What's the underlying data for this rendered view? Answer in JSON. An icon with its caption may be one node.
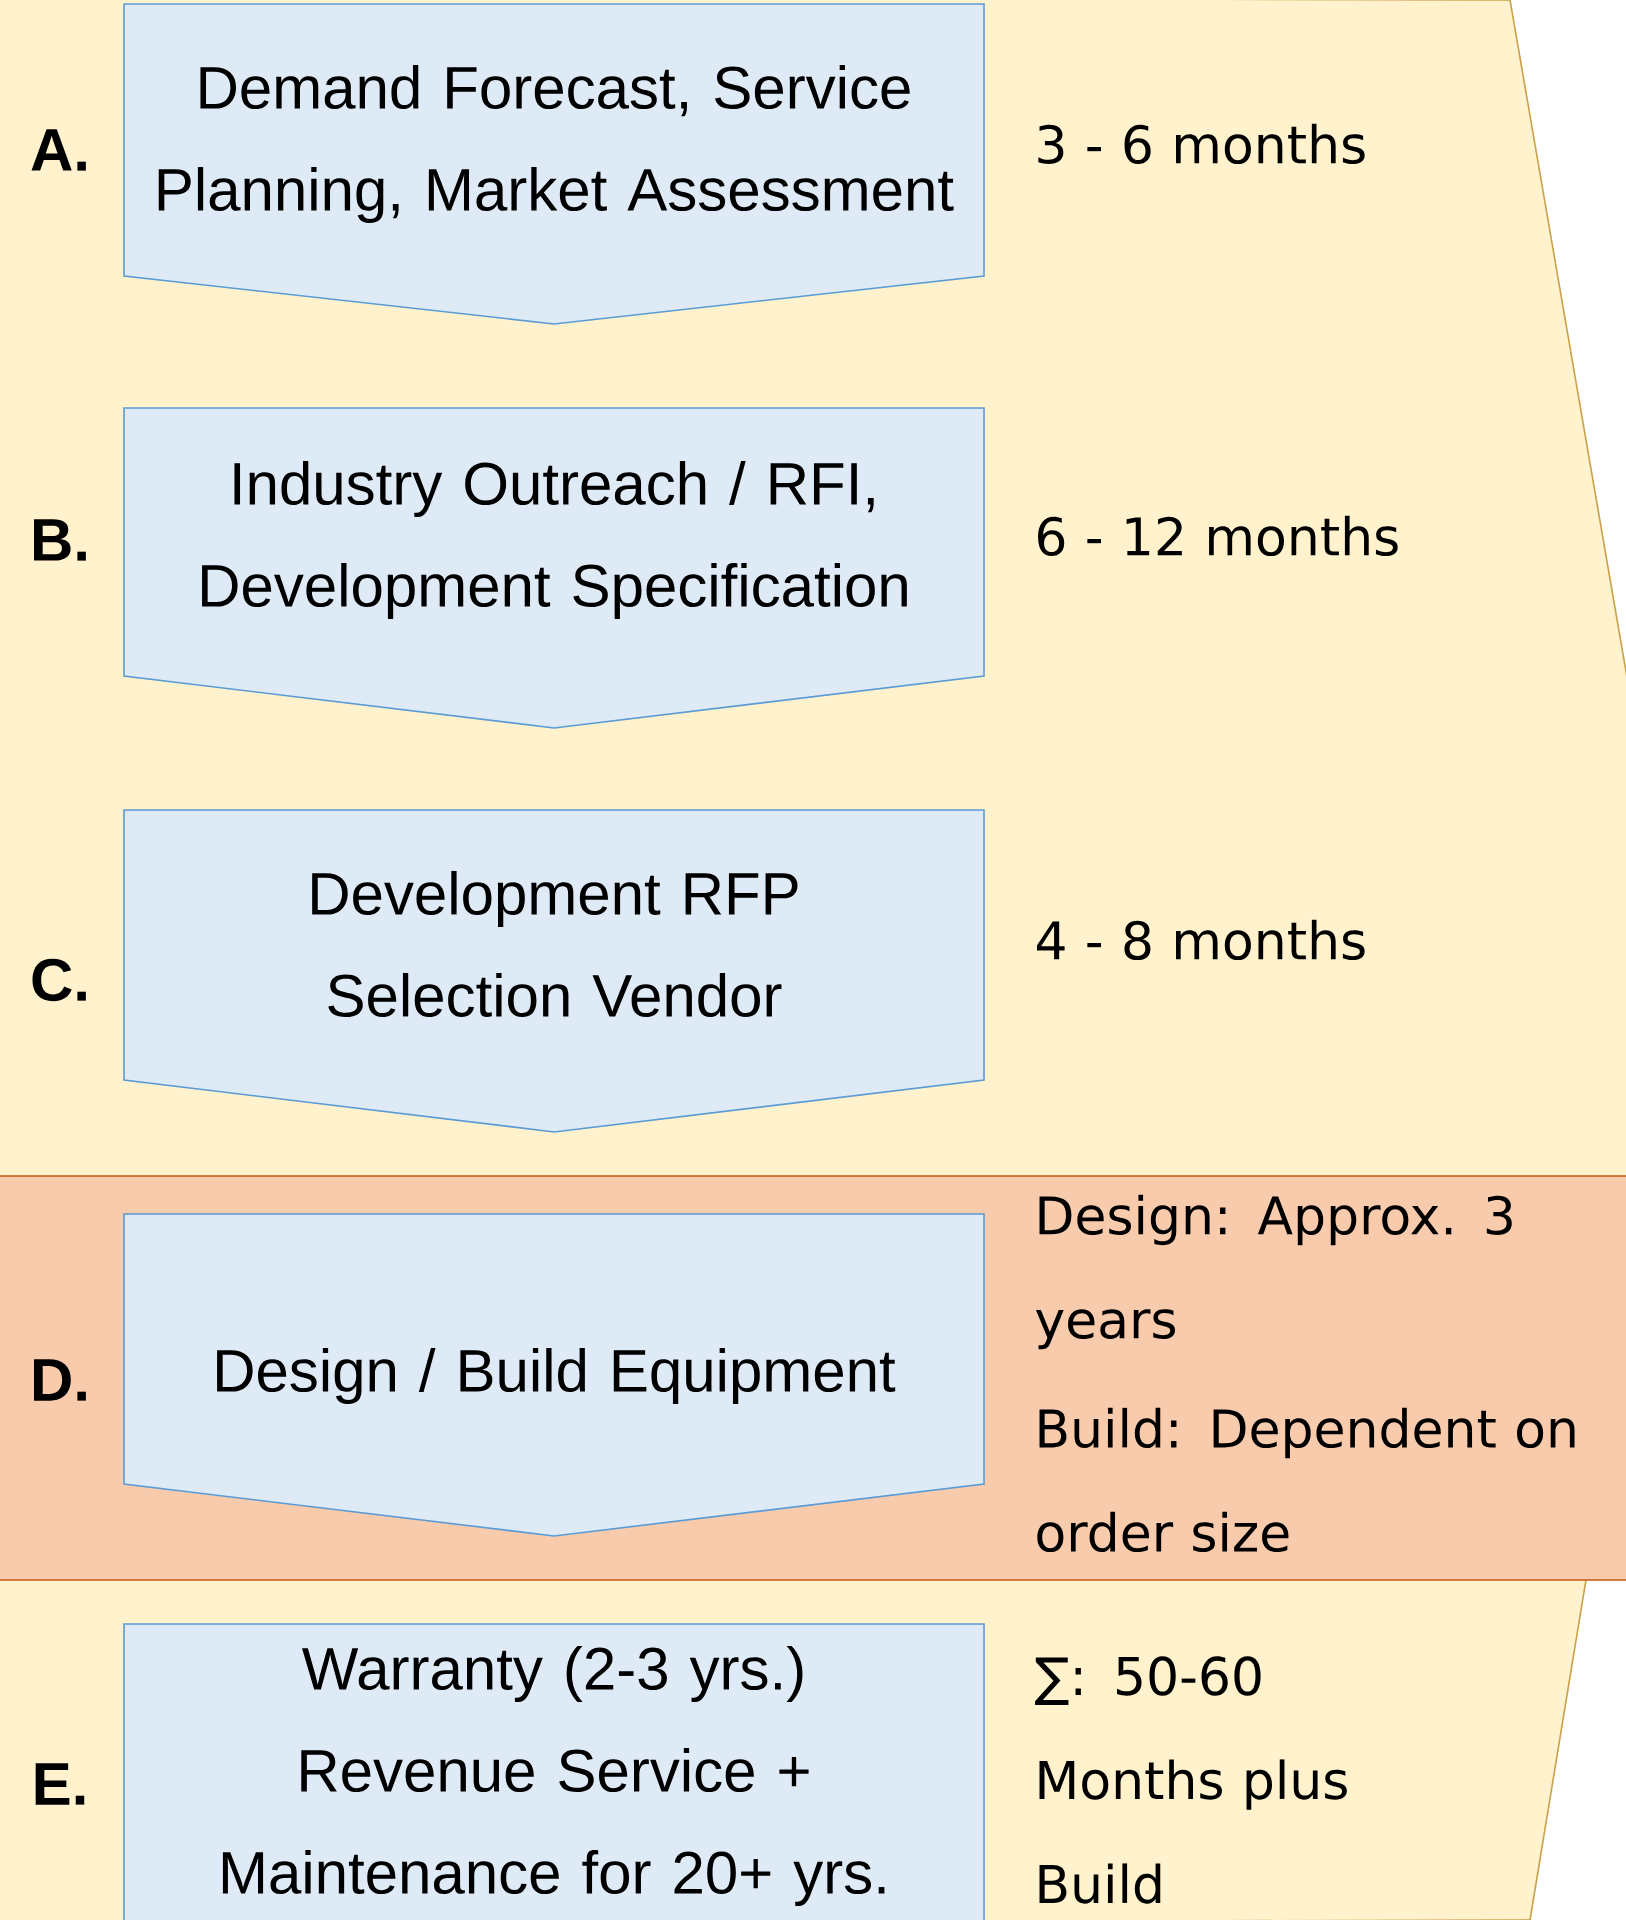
{
  "diagram": {
    "nodes": [
      {
        "text": [
          "Demand Forecast, Service Planning, Market Assessment"
        ],
        "beside": [
          "A.",
          "3 - 6 months"
        ]
      },
      {
        "text": [
          "Industry Outreach / RFI, Development Specification"
        ],
        "beside": [
          "B.",
          "6 - 12 months"
        ]
      },
      {
        "text": [
          "Development RFP Selection Vendor"
        ],
        "beside": [
          "C.",
          "4 - 8 months"
        ]
      },
      {
        "text": [
          "Design / Build Equipment"
        ],
        "beside": [
          "D.",
          "Design: Approx. 3 years",
          "Build: Dependent on order size"
        ]
      },
      {
        "text": [
          "Warranty (2-3 yrs.) Revenue Service + Maintenance for 20+ yrs."
        ],
        "beside": [
          "E.",
          "∑: 50-60 Months plus Build"
        ]
      }
    ]
  }
}
